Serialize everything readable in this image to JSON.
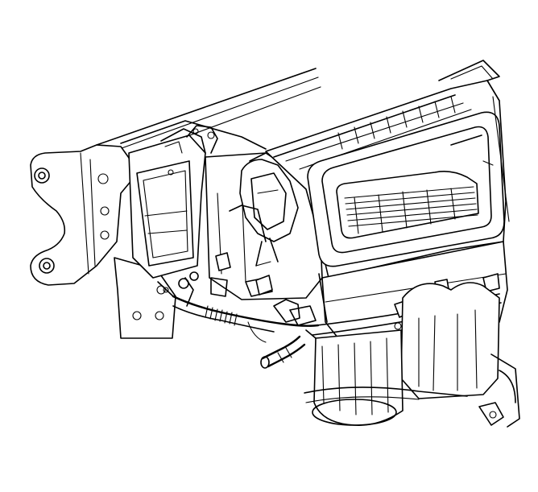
{
  "figure": {
    "kind": "line-art technical illustration",
    "colors": {
      "background": "#ffffff",
      "ink": "#000000"
    },
    "parts": [
      {
        "id": "instrument-panel-bracket",
        "name": "mounting-bracket"
      },
      {
        "id": "hvac-module-housing",
        "name": "hvac-module"
      },
      {
        "id": "blower-motor-housing",
        "name": "blower-housing"
      },
      {
        "id": "air-inlet-grille",
        "name": "inlet-grille"
      },
      {
        "id": "wiring-harness",
        "name": "wiring-harness"
      },
      {
        "id": "electrical-connector",
        "name": "connector"
      },
      {
        "id": "drain-hose",
        "name": "drain-hose"
      },
      {
        "id": "lower-duct",
        "name": "duct"
      }
    ]
  }
}
